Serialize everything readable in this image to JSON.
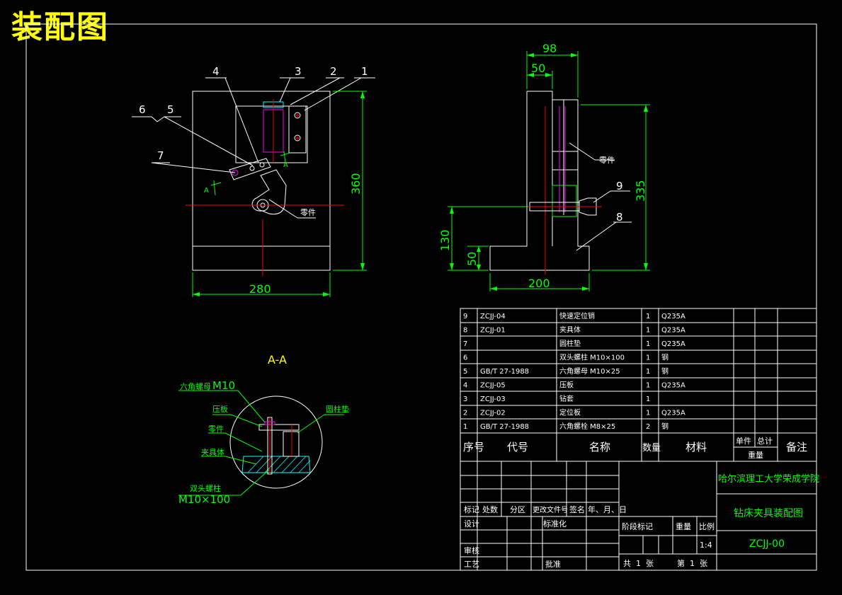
{
  "title": "装配图",
  "callouts": {
    "n1": "1",
    "n2": "2",
    "n3": "3",
    "n4": "4",
    "n5": "5",
    "n6": "6",
    "n7": "7",
    "n8": "8",
    "n9": "9"
  },
  "dims": {
    "w280": "280",
    "h360": "360",
    "w98": "98",
    "w50": "50",
    "h335": "335",
    "h130": "130",
    "h50": "50",
    "w200": "200"
  },
  "labels": {
    "part_front": "零件",
    "part_side": "零件",
    "section_mark_a1": "A",
    "section_mark_a2": "A",
    "section_title": "A-A",
    "hex_nut": "六角螺母",
    "m10": "M10",
    "pressure_plate": "压板",
    "cyl_pad": "圆柱垫",
    "part": "零件",
    "fixture": "夹具体",
    "stud": "双头螺柱",
    "m10x100": "M10×100"
  },
  "bom": [
    {
      "no": "9",
      "code": "ZCJJ-04",
      "name": "快速定位销",
      "qty": "1",
      "mat": "Q235A"
    },
    {
      "no": "8",
      "code": "ZCJJ-01",
      "name": "夹具体",
      "qty": "1",
      "mat": "Q235A"
    },
    {
      "no": "7",
      "code": "",
      "name": "圆柱垫",
      "qty": "1",
      "mat": "Q235A"
    },
    {
      "no": "6",
      "code": "",
      "name": "双头螺柱 M10×100",
      "qty": "1",
      "mat": "钢"
    },
    {
      "no": "5",
      "code": "GB/T 27-1988",
      "name": "六角螺母 M10×25",
      "qty": "1",
      "mat": "钢"
    },
    {
      "no": "4",
      "code": "ZCJJ-05",
      "name": "压板",
      "qty": "1",
      "mat": "Q235A"
    },
    {
      "no": "3",
      "code": "ZCJJ-03",
      "name": "钻套",
      "qty": "1",
      "mat": ""
    },
    {
      "no": "2",
      "code": "ZCJJ-02",
      "name": "定位板",
      "qty": "1",
      "mat": "Q235A"
    },
    {
      "no": "1",
      "code": "GB/T 27-1988",
      "name": "六角螺栓 M8×25",
      "qty": "2",
      "mat": "钢"
    }
  ],
  "bom_header": {
    "no": "序号",
    "code": "代号",
    "name": "名称",
    "qty": "数量",
    "mat": "材料",
    "unit": "单件",
    "total": "总计",
    "weight": "重量",
    "remark": "备注"
  },
  "title_block": {
    "mark": "标记",
    "place": "处数",
    "zone": "分区",
    "change_doc": "更改文件号",
    "sign": "签名",
    "date": "年、月、日",
    "design": "设计",
    "standard": "标准化",
    "check": "审核",
    "process": "工艺",
    "approve": "批准",
    "stage_mark": "阶段标记",
    "mass": "重量",
    "scale": "比例",
    "scale_val": "1:4",
    "sheets": "共  1  张",
    "sheet_no": "第  1  张",
    "school": "哈尔滨理工大学荣成学院",
    "drawing_name": "钻床夹具装配图",
    "drawing_no": "ZCJJ-00"
  }
}
